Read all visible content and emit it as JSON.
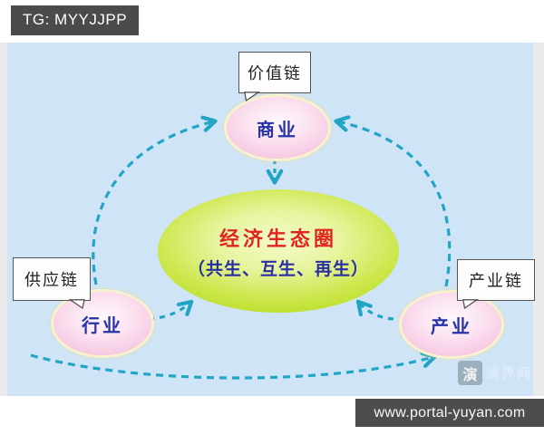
{
  "header_badge": {
    "text": "TG: MYYJJPP"
  },
  "footer_badge": {
    "url": "www.portal-yuyan.com"
  },
  "diagram": {
    "core": {
      "title": "经济生态圈",
      "subtitle": "（共生、互生、再生）"
    },
    "nodes": [
      {
        "id": "business",
        "label": "商业",
        "tag": "价值链"
      },
      {
        "id": "industry-left",
        "label": "行业",
        "tag": "供应链"
      },
      {
        "id": "industry-right",
        "label": "产业",
        "tag": "产业链"
      }
    ],
    "edges": [
      {
        "from": "行业",
        "to": "商业",
        "style": "dashed-curve"
      },
      {
        "from": "产业",
        "to": "商业",
        "style": "dashed-curve"
      },
      {
        "from": "商业",
        "to": "经济生态圈",
        "style": "dashed"
      },
      {
        "from": "行业",
        "to": "经济生态圈",
        "style": "dashed"
      },
      {
        "from": "产业",
        "to": "经济生态圈",
        "style": "dashed"
      },
      {
        "from": "行业",
        "to": "产业",
        "style": "dashed-curve"
      }
    ],
    "colors": {
      "diagram_background": "#cfe5f7",
      "arrow": "#22a5c4",
      "core_fill": "#c9e542",
      "node_fill": "#f6c9e2",
      "node_border": "#f8f1cd",
      "node_text": "#2633a8",
      "core_title_text": "#e02420",
      "core_subtitle_text": "#2a2fa0",
      "badge_background": "#4b4b4b"
    },
    "watermark": {
      "icon_char": "演",
      "text": "演界网"
    }
  }
}
